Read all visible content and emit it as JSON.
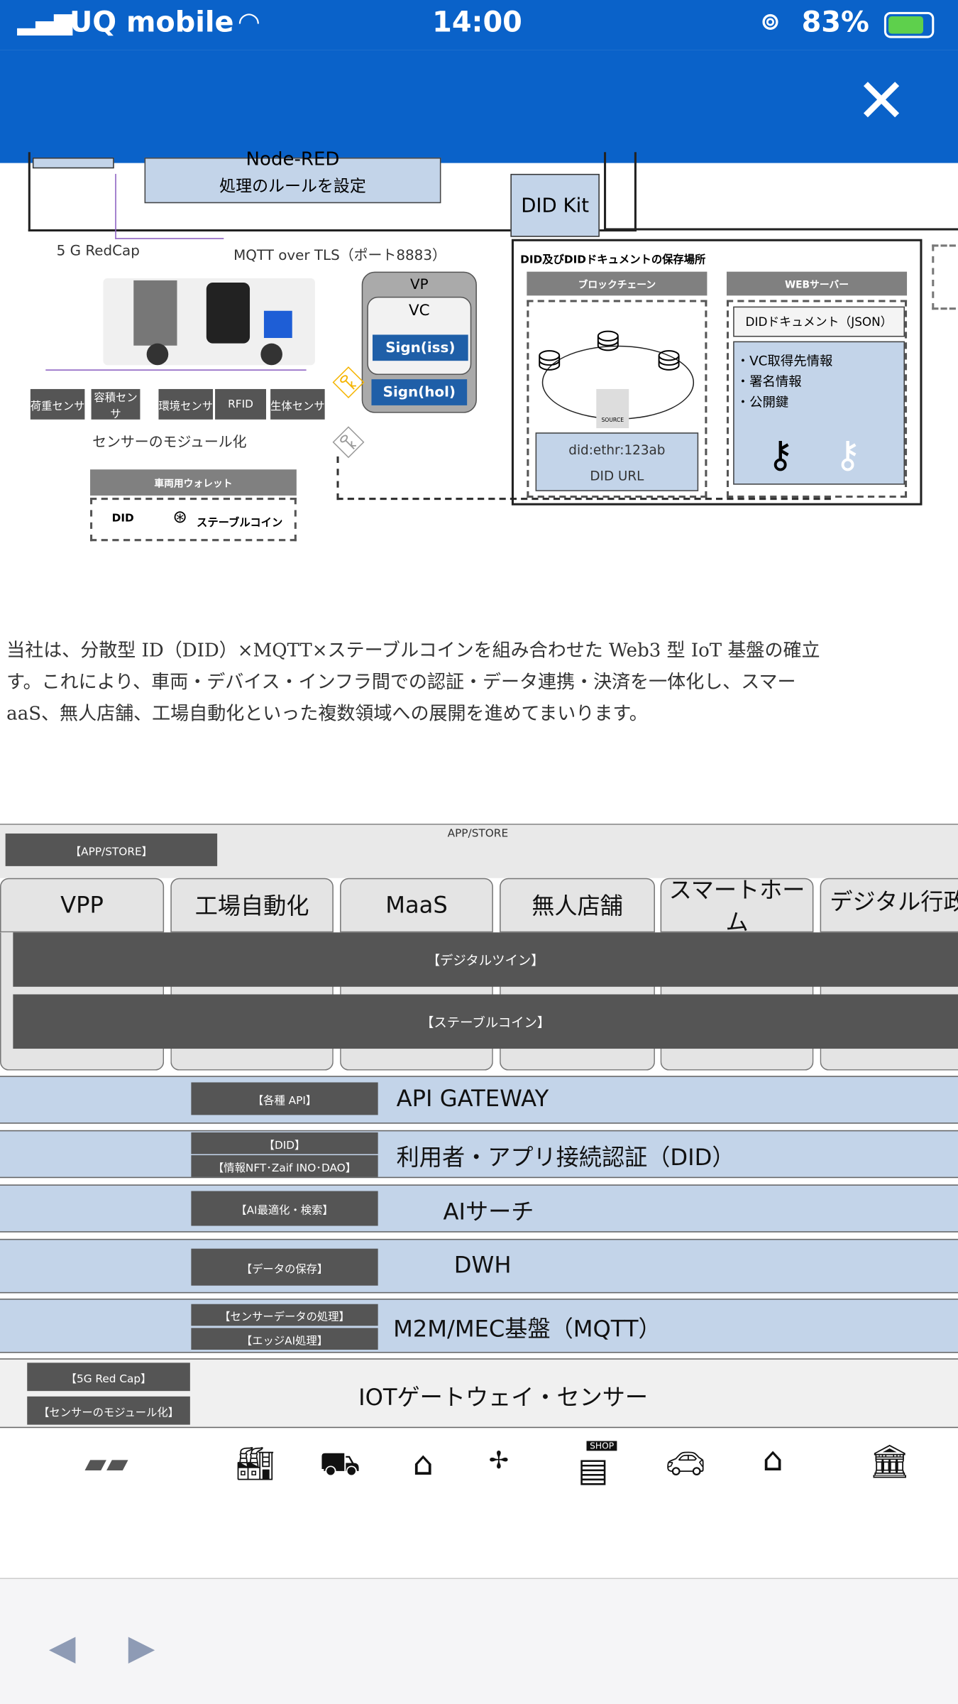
{
  "status_bar": {
    "carrier": "UQ mobile",
    "time": "14:00",
    "battery": "83%"
  },
  "header": {
    "close_icon": "close-icon"
  },
  "diagram_top": {
    "node_red": "Node-RED",
    "node_red_rule": "処理のルールを設定",
    "did_kit": "DID Kit",
    "redcap": "5 G RedCap",
    "mqtt": "MQTT over TLS（ポート8883）",
    "sensors": [
      "荷重センサ",
      "容積センサ",
      "環境センサ",
      "RFID",
      "生体センサ"
    ],
    "sensor_module": "センサーのモジュール化",
    "wallet_title": "車両用ウォレット",
    "wallet_did": "DID",
    "wallet_coin": "ステーブルコイン",
    "vp": "VP",
    "vc": "VC",
    "sign_iss": "Sign(iss)",
    "sign_hol": "Sign(hol)",
    "storage_title": "DID及びDIDドキュメントの保存場所",
    "blockchain": "ブロックチェーン",
    "web_server": "WEBサーバー",
    "did_value": "did:ethr:123ab",
    "did_url": "DID URL",
    "source": "SOURCE",
    "did_doc": "DIDドキュメント（JSON）",
    "doc_items": [
      "・VC取得先情報",
      "・署名情報",
      "・公開鍵"
    ]
  },
  "paragraph": [
    "当社は、分散型 ID（DID）×MQTT×ステーブルコインを組み合わせた Web3 型 IoT 基盤の確立",
    "す。これにより、車両・デバイス・インフラ間での認証・データ連携・決済を一体化し、スマー",
    "aaS、無人店舗、工場自動化といった複数領域への展開を進めてまいります。"
  ],
  "stack": {
    "app_store_label": "【APP/STORE】",
    "app_store_title": "APP/STORE",
    "tabs": [
      "VPP",
      "工場自動化",
      "MaaS",
      "無人店舗",
      "スマートホーム",
      "デジタル行政"
    ],
    "digital_twin": "【デジタルツイン】",
    "stablecoin": "【ステーブルコイン】",
    "layers": [
      {
        "labels": [
          "【各種 API】"
        ],
        "title": "API GATEWAY"
      },
      {
        "labels": [
          "【DID】",
          "【情報NFT･Zaif INO･DAO】"
        ],
        "title": "利用者・アプリ接続認証（DID）"
      },
      {
        "labels": [
          "【AI最適化・検索】"
        ],
        "title": "AIサーチ"
      },
      {
        "labels": [
          "【データの保存】"
        ],
        "title": "DWH"
      },
      {
        "labels": [
          "【センサーデータの処理】",
          "【エッジAI処理】"
        ],
        "title": "M2M/MEC基盤（MQTT）"
      }
    ],
    "iot": {
      "labels": [
        "【5G Red Cap】",
        "【センサーのモジュール化】"
      ],
      "title": "IOTゲートウェイ・センサー"
    },
    "icons": [
      "solar-panel-icon",
      "factory-icon",
      "truck-icon",
      "warehouse-icon",
      "drone-icon",
      "shop-icon",
      "car-icon",
      "house-icon",
      "government-building-icon"
    ],
    "shop_text": "SHOP"
  },
  "toolbar": {
    "back": "◀",
    "forward": "▶"
  },
  "colors": {
    "header": "#0a62c9",
    "layer_blue": "#c3d4e9",
    "dark_label": "#555555",
    "sign_blue": "#1f5fa8"
  }
}
